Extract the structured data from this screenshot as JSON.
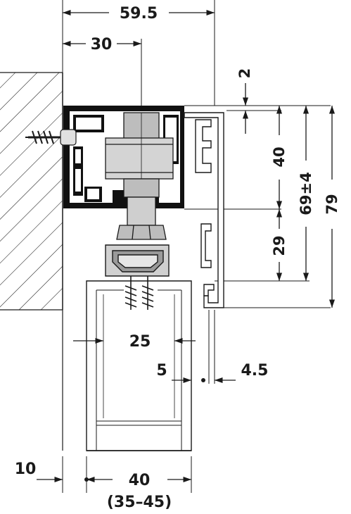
{
  "dimensions": {
    "overall_width": "59.5",
    "centre_offset": "30",
    "top_gap": "2",
    "rail_height": "40",
    "door_drop": "29",
    "height_adjust": "69±4",
    "overall_height": "79",
    "door_inner_width": "25",
    "inner_gap": "5",
    "side_clearance": "4.5",
    "wall_gap": "10",
    "door_thickness": "40",
    "door_thickness_range": "(35–45)"
  },
  "colors": {
    "line": "#1a1a1a",
    "rail": "#111111",
    "metal_light": "#d4d4d4",
    "metal_mid": "#bdbdbd",
    "metal_dark": "#9a9a9a"
  }
}
